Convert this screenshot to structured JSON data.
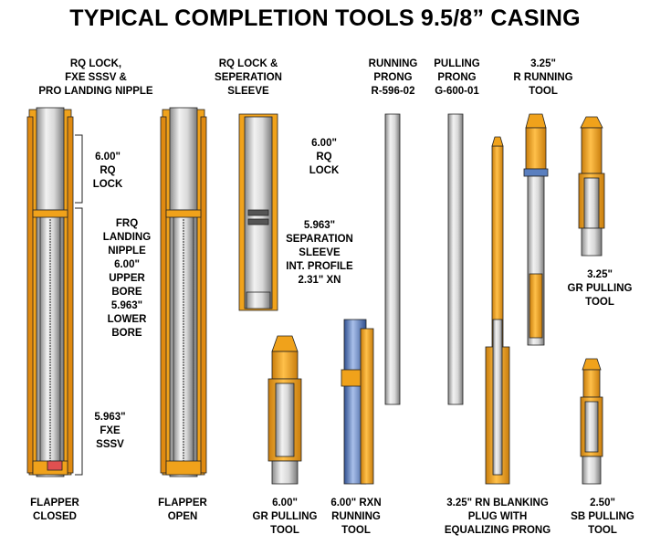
{
  "title": "TYPICAL COMPLETION TOOLS 9.5/8” CASING",
  "colors": {
    "orange": "#f0a21b",
    "steel": "#c8c8c8",
    "blue": "#5a7fbf",
    "outline": "#222222"
  },
  "labels": {
    "rq_lock_assembly": "RQ LOCK,\nFXE SSSV &\nPRO LANDING NIPPLE",
    "rq_lock_separation": "RQ LOCK &\nSEPERATION\nSLEEVE",
    "running_prong": "RUNNING\nPRONG\nR-596-02",
    "pulling_prong": "PULLING\nPRONG\nG-600-01",
    "r_running_tool": "3.25\"\nR RUNNING\nTOOL",
    "rq_lock_size": "6.00\"\nRQ\nLOCK",
    "frq_nipple": "FRQ\nLANDING\nNIPPLE\n6.00\"\nUPPER\nBORE\n5.963\"\nLOWER\nBORE",
    "fxe_sssv": "5.963\"\nFXE\nSSSV",
    "rq_lock_right": "6.00\"\nRQ\nLOCK",
    "separation_sleeve": "5.963\"\nSEPARATION\nSLEEVE\nINT. PROFILE\n2.31\" XN",
    "gr_pulling_325": "3.25\"\nGR PULLING\nTOOL",
    "flapper_closed": "FLAPPER\nCLOSED",
    "flapper_open": "FLAPPER\nOPEN",
    "gr_pulling_600": "6.00\"\nGR PULLING\nTOOL",
    "rxn_running": "6.00\" RXN\nRUNNING\nTOOL",
    "rn_blanking": "3.25\" RN BLANKING\nPLUG WITH\nEQUALIZING PRONG",
    "sb_pulling": "2.50\"\nSB PULLING\nTOOL"
  }
}
